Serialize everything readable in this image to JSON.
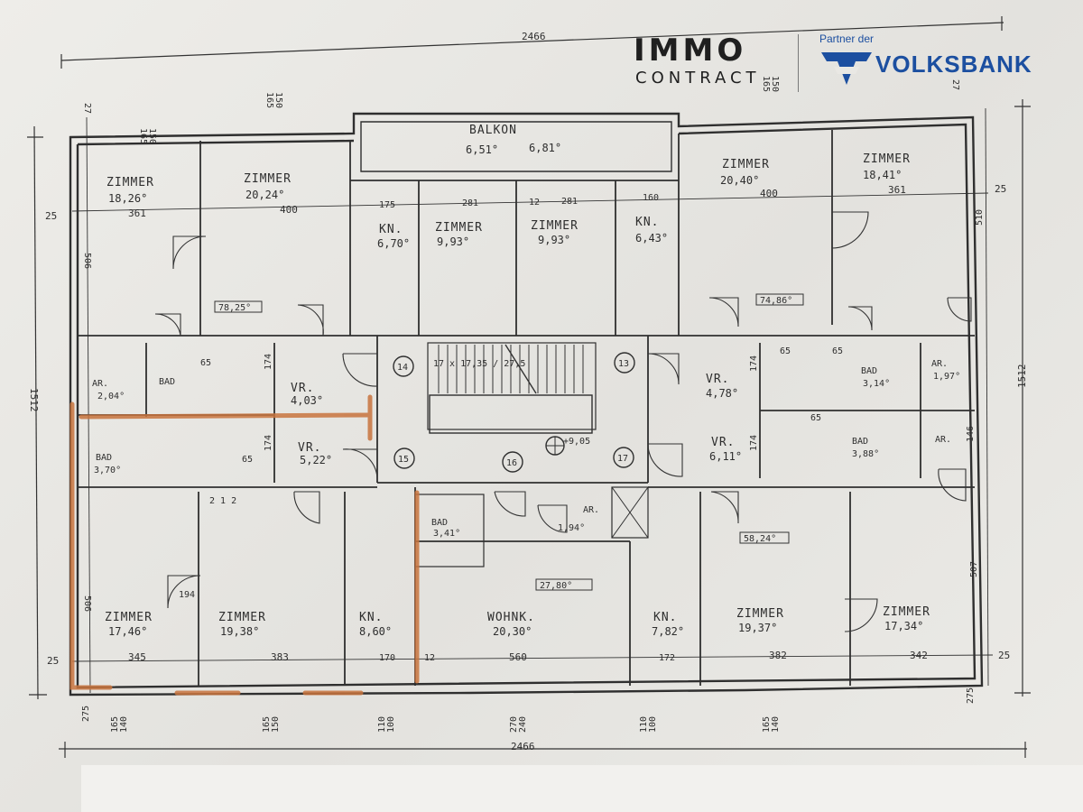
{
  "branding": {
    "immo": "IMMO",
    "contract": "CONTRACT",
    "partner": "Partner der",
    "volksbank": "VOLKSBANK"
  },
  "colors": {
    "ink": "#2e2e2e",
    "marker": "#c8743e",
    "brand_blue": "#1c4fa0"
  },
  "dimensions": {
    "total_width_top": "2466",
    "total_width_bottom": "2466",
    "total_depth_left": "1512",
    "total_depth_right": "1512",
    "left_margin_top": "25",
    "right_margin_top": "25",
    "left_margin_bottom": "25",
    "right_margin_bottom": "25",
    "left_corner_bottom": "275",
    "right_corner_bottom": "275",
    "left_wing_depth": "506",
    "left_wing_depth_bottom": "506",
    "right_wing_depth": "510",
    "right_wing_depth_bottom": "507",
    "window_top_1": "165",
    "window_top_1b": "150",
    "window_top_2": "165",
    "window_top_2b": "150",
    "window_top_3": "165",
    "window_top_3b": "150",
    "window_top_4": "27",
    "window_top_5": "27",
    "window_bottom_1": "165",
    "window_bottom_1b": "140",
    "window_bottom_2": "165",
    "window_bottom_2b": "150",
    "window_bottom_3": "110",
    "window_bottom_3b": "100",
    "window_bottom_4": "270",
    "window_bottom_4b": "240",
    "window_bottom_5": "110",
    "window_bottom_5b": "100",
    "window_bottom_6": "165",
    "window_bottom_6b": "140",
    "width_z1": "361",
    "width_z2": "400",
    "width_kn1": "175",
    "width_z3": "281",
    "width_z4": "12",
    "width_z4b": "281",
    "width_kn2": "160",
    "width_z5": "400",
    "width_z6": "361",
    "width_b1": "345",
    "width_b2": "383",
    "width_b3": "170",
    "width_b4": "12",
    "width_b5": "560",
    "width_b6": "172",
    "width_b7": "382",
    "width_b8": "342",
    "wall_174_a": "174",
    "wall_174_b": "174",
    "wall_174_c": "174",
    "wall_174_d": "174",
    "wall_146": "146",
    "wall_212": "2 1 2",
    "door_65_a": "65",
    "door_65_b": "65",
    "door_65_c": "65",
    "door_65_d": "65",
    "door_65_e": "65",
    "door_194": "194"
  },
  "rooms": {
    "z_tl": {
      "name": "ZIMMER",
      "area": "18,26°"
    },
    "z_tl2": {
      "name": "ZIMMER",
      "area": "20,24°"
    },
    "kn_t1": {
      "name": "KN.",
      "area": "6,70°"
    },
    "z_tc1": {
      "name": "ZIMMER",
      "area": "9,93°"
    },
    "z_tc2": {
      "name": "ZIMMER",
      "area": "9,93°"
    },
    "kn_t2": {
      "name": "KN.",
      "area": "6,43°"
    },
    "z_tr1": {
      "name": "ZIMMER",
      "area": "20,40°"
    },
    "z_tr2": {
      "name": "ZIMMER",
      "area": "18,41°"
    },
    "balkon": {
      "name": "BALKON",
      "area_l": "6,51°",
      "area_r": "6,81°"
    },
    "ar_l": {
      "name": "AR.",
      "area": "2,04°"
    },
    "bad_l": {
      "name": "BAD"
    },
    "vr_l1": {
      "name": "VR.",
      "area": "4,03°"
    },
    "vr_r1": {
      "name": "VR.",
      "area": "4,78°"
    },
    "bad_r1": {
      "name": "BAD",
      "area": "3,14°"
    },
    "ar_r": {
      "name": "AR.",
      "area": "1,97°"
    },
    "bad_l2": {
      "name": "BAD",
      "area": "3,70°"
    },
    "vr_l2": {
      "name": "VR.",
      "area": "5,22°"
    },
    "vr_r2": {
      "name": "VR.",
      "area": "6,11°"
    },
    "bad_r2": {
      "name": "BAD",
      "area": "3,88°"
    },
    "ar_r2": {
      "name": "AR."
    },
    "bad_c": {
      "name": "BAD",
      "area": "3,41°"
    },
    "ar_c": {
      "name": "AR.",
      "area": "1,94°"
    },
    "z_bl1": {
      "name": "ZIMMER",
      "area": "17,46°"
    },
    "z_bl2": {
      "name": "ZIMMER",
      "area": "19,38°"
    },
    "kn_b1": {
      "name": "KN.",
      "area": "8,60°"
    },
    "wohnk": {
      "name": "WOHNK.",
      "area": "20,30°"
    },
    "kn_b2": {
      "name": "KN.",
      "area": "7,82°"
    },
    "z_br1": {
      "name": "ZIMMER",
      "area": "19,37°"
    },
    "z_br2": {
      "name": "ZIMMER",
      "area": "17,34°"
    }
  },
  "unit_totals": {
    "tl": "78,25°",
    "tr": "74,86°",
    "bc": "27,80°",
    "br": "58,24°"
  },
  "stair": {
    "label": "17 x 17,35 / 27,5",
    "level": "+9,05"
  },
  "apartments": [
    "14",
    "13",
    "15",
    "16",
    "17"
  ]
}
